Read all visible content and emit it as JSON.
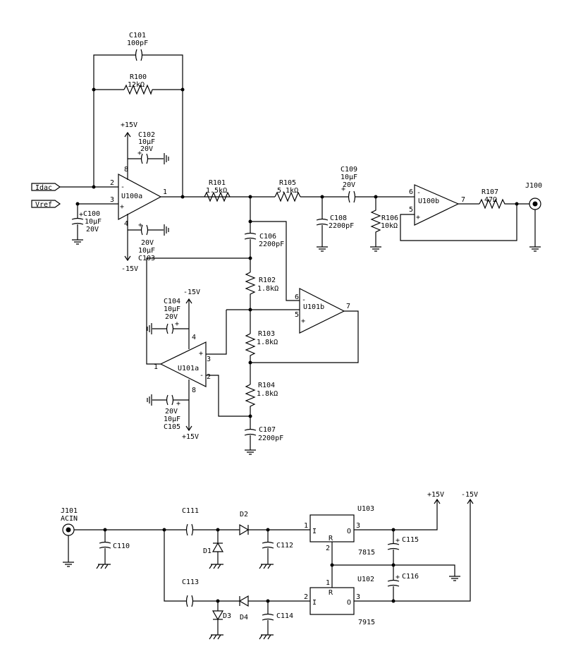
{
  "ports": {
    "idac": "Idac",
    "vref": "Vref"
  },
  "rails": {
    "p15": "+15V",
    "m15": "-15V"
  },
  "c101": {
    "ref": "C101",
    "val": "100pF"
  },
  "r100": {
    "ref": "R100",
    "val": "12kΩ"
  },
  "c102": {
    "ref": "C102",
    "val": "10µF",
    "volt": "20V"
  },
  "c100": {
    "ref": "C100",
    "val": "10µF",
    "volt": "20V"
  },
  "c103": {
    "ref": "C103",
    "val": "10µF",
    "volt": "20V"
  },
  "u100a": {
    "ref": "U100a",
    "p1": "1",
    "p2": "2",
    "p3": "3",
    "p4": "4",
    "p8": "8"
  },
  "r101": {
    "ref": "R101",
    "val": "1.5kΩ"
  },
  "r105": {
    "ref": "R105",
    "val": "5.1kΩ"
  },
  "c109": {
    "ref": "C109",
    "val": "10µF",
    "volt": "20V"
  },
  "c108": {
    "ref": "C108",
    "val": "2200pF"
  },
  "r106": {
    "ref": "R106",
    "val": "10kΩ"
  },
  "u100b": {
    "ref": "U100b",
    "p5": "5",
    "p6": "6",
    "p7": "7"
  },
  "r107": {
    "ref": "R107",
    "val": "47Ω"
  },
  "j100": {
    "ref": "J100"
  },
  "c106": {
    "ref": "C106",
    "val": "2200pF"
  },
  "r102": {
    "ref": "R102",
    "val": "1.8kΩ"
  },
  "r103": {
    "ref": "R103",
    "val": "1.8kΩ"
  },
  "r104": {
    "ref": "R104",
    "val": "1.8kΩ"
  },
  "c107": {
    "ref": "C107",
    "val": "2200pF"
  },
  "u101b": {
    "ref": "U101b",
    "p5": "5",
    "p6": "6",
    "p7": "7"
  },
  "c104": {
    "ref": "C104",
    "val": "10µF",
    "volt": "20V"
  },
  "c105": {
    "ref": "C105",
    "val": "10µF",
    "volt": "20V"
  },
  "u101a": {
    "ref": "U101a",
    "p1": "1",
    "p2": "2",
    "p3": "3",
    "p4": "4",
    "p8": "8"
  },
  "j101": {
    "ref": "J101",
    "sub": "ACIN"
  },
  "c110": {
    "ref": "C110"
  },
  "c111": {
    "ref": "C111"
  },
  "c112": {
    "ref": "C112"
  },
  "c113": {
    "ref": "C113"
  },
  "c114": {
    "ref": "C114"
  },
  "d1": {
    "ref": "D1"
  },
  "d2": {
    "ref": "D2"
  },
  "d3": {
    "ref": "D3"
  },
  "d4": {
    "ref": "D4"
  },
  "u103": {
    "ref": "U103",
    "part": "7815",
    "pin_i": "I",
    "pin_o": "O",
    "pin_r": "R",
    "p1": "1",
    "p2": "2",
    "p3": "3"
  },
  "u102": {
    "ref": "U102",
    "part": "7915",
    "pin_i": "I",
    "pin_o": "O",
    "pin_r": "R",
    "p1": "1",
    "p2": "2",
    "p3": "3"
  },
  "c115": {
    "ref": "C115"
  },
  "c116": {
    "ref": "C116"
  },
  "plus_sign": "+",
  "minus_sign": "-"
}
